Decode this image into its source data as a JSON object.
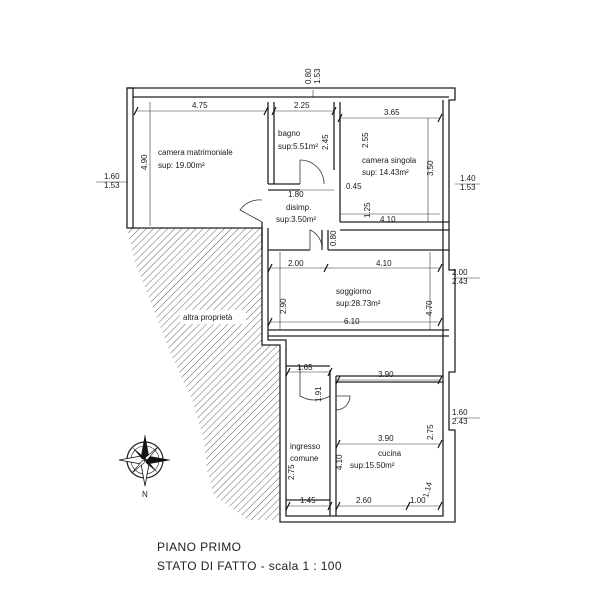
{
  "plan": {
    "caption": {
      "line1": "PIANO PRIMO",
      "line2": "STATO DI FATTO  -  scala 1 : 100"
    },
    "rooms": [
      {
        "id": "camera-matrimoniale",
        "name": "camera matrimoniale",
        "area": "sup: 19.00m²"
      },
      {
        "id": "bagno",
        "name": "bagno",
        "area": "sup:5.51m²"
      },
      {
        "id": "camera-singola",
        "name": "camera singola",
        "area": "sup: 14.43m²"
      },
      {
        "id": "disimpegno",
        "name": "disimp.",
        "area": "sup:3.50m²"
      },
      {
        "id": "soggiorno",
        "name": "soggiorno",
        "area": "sup:28.73m²"
      },
      {
        "id": "ingresso-comune",
        "name": "ingresso\ncomune",
        "area": ""
      },
      {
        "id": "cucina",
        "name": "cucina",
        "area": "sup:15.50m²"
      }
    ],
    "other_property": "altra proprietà",
    "compass_label": "N",
    "dimensions": [
      "4.75",
      "2.25",
      "3.65",
      "0.80",
      "1.53",
      "2.45",
      "2.55",
      "4.90",
      "3.50",
      "1.60",
      "1.53",
      "1.40",
      "1.53",
      "1.80",
      "0.45",
      "1.25",
      "4.10",
      "0.80",
      "2.00",
      "4.10",
      "2.00",
      "2.43",
      "2.90",
      "4.70",
      "6.10",
      "1.65",
      "1.91",
      "3.90",
      "1.60",
      "2.43",
      "2.75",
      "3.90",
      "4.10",
      "2.75",
      "1.14",
      "1.45",
      "2.60",
      "1.00"
    ]
  }
}
